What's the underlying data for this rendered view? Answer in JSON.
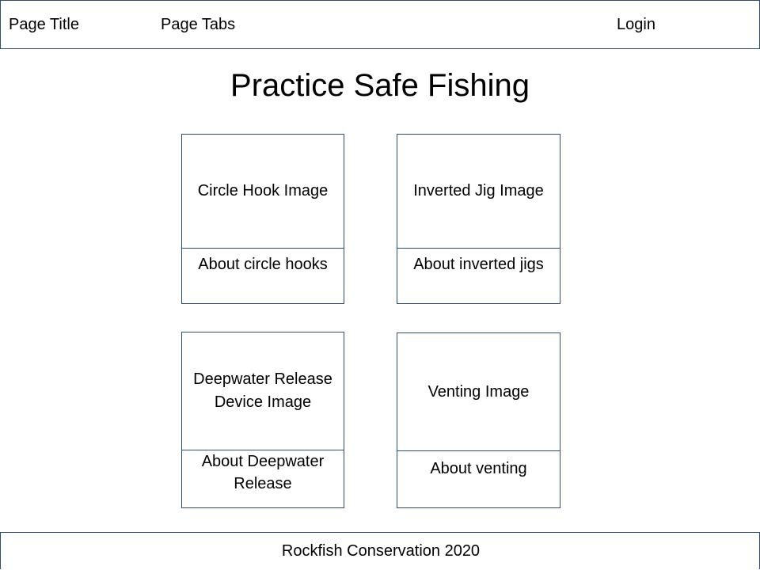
{
  "header": {
    "page_title": "Page Title",
    "page_tabs": "Page Tabs",
    "login": "Login"
  },
  "main": {
    "title": "Practice Safe Fishing",
    "cards": [
      {
        "image_label": "Circle Hook Image",
        "about_label": "About circle hooks"
      },
      {
        "image_label": "Inverted Jig Image",
        "about_label": "About inverted jigs"
      },
      {
        "image_label": "Deepwater Release Device Image",
        "about_label": "About Deepwater Release"
      },
      {
        "image_label": "Venting Image",
        "about_label": "About venting"
      }
    ]
  },
  "footer": {
    "text": "Rockfish Conservation 2020"
  },
  "colors": {
    "border": "#2f4f6f",
    "background": "#ffffff",
    "text": "#000000"
  }
}
